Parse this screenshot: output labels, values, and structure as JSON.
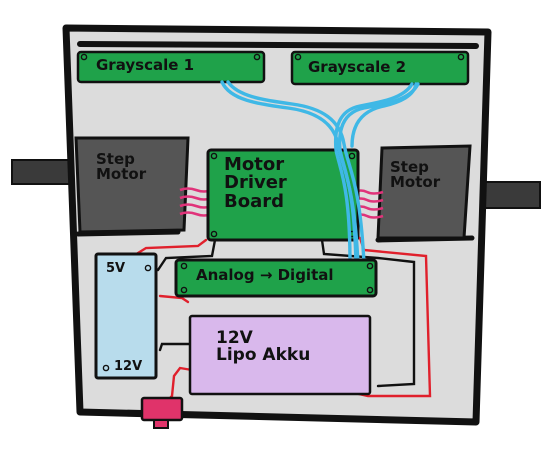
{
  "diagram": {
    "colors": {
      "frame": "#dcdcdc",
      "outline": "#111111",
      "board_green": "#1fa24a",
      "motor_gray": "#555555",
      "shaft": "#3a3a3a",
      "cable_blue": "#3fb8e6",
      "wire_red": "#e0202c",
      "wire_black": "#111111",
      "ribbon_pink": "#e0337a",
      "converter_blue": "#b8dcec",
      "battery_purple": "#d9b8ec",
      "switch_pink": "#e0336a"
    },
    "boards": {
      "grayscale_1": "Grayscale 1",
      "grayscale_2": "Grayscale 2",
      "motor_driver": "Motor\nDriver\nBoard",
      "analog_digital": "Analog → Digital"
    },
    "motors": {
      "left": "Step\nMotor",
      "right": "Step\nMotor"
    },
    "converter": {
      "top_label": "5V",
      "bottom_label": "12V"
    },
    "battery": {
      "label": "12V\nLipo Akku"
    }
  }
}
